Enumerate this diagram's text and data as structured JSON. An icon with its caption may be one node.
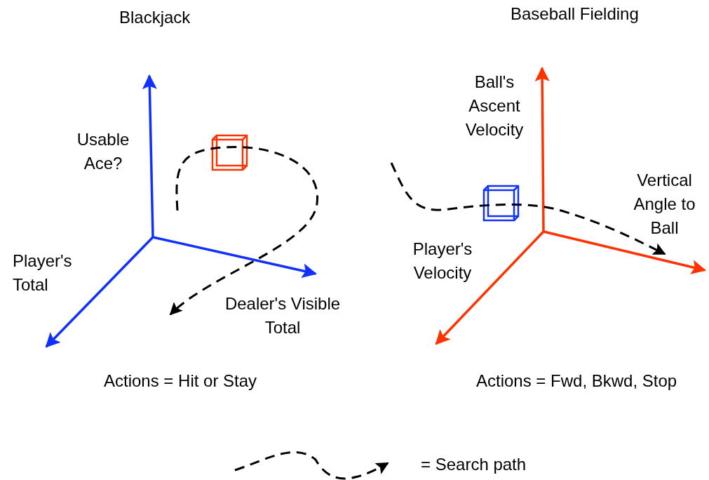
{
  "diagram": {
    "labels": [
      "Blackjack",
      "Baseball Fielding",
      "Usable Ace?",
      "Ball's Ascent Velocity",
      "Player's Total",
      "Dealer's Visible Total",
      "Player's Velocity",
      "Vertical Angle to Ball",
      "Actions = Hit or Stay",
      "Actions = Fwd, Bkwd, Stop"
    ],
    "legend": [
      {
        "text": "= Search path"
      }
    ]
  }
}
